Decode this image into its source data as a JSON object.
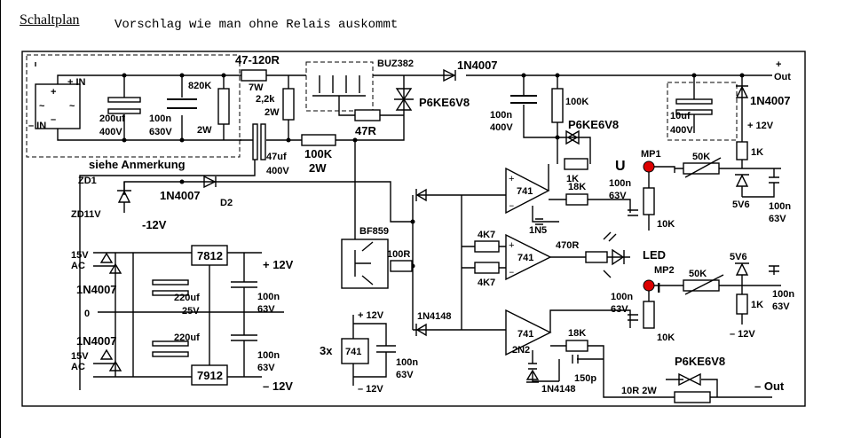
{
  "title": "Schaltplan",
  "subtitle": "Vorschlag wie man ohne Relais auskommt",
  "supply": {
    "plus_in": "+ IN",
    "minus_in": "– IN",
    "bridge_plus": "+",
    "bridge_minus": "–",
    "bridge_ac1": "~",
    "bridge_ac2": "~",
    "note": "siehe Anmerkung"
  },
  "components": {
    "c_200uf": "200uf",
    "c_200uf_v": "400V",
    "c_100n_in": "100n",
    "c_100n_in_v": "630V",
    "r_820k": "820K",
    "r_820k_p": "2W",
    "r_47_120r": "47-120R",
    "r_47_120r_p": "7W",
    "r_2_2k": "2,2k",
    "r_2_2k_p": "2W",
    "c_47uf": "47uf",
    "c_47uf_v": "400V",
    "r_100k_2w": "100K",
    "r_100k_2w_p": "2W",
    "mosfet": "BUZ382",
    "r_47r": "47R",
    "tvs1": "P6KE6V8",
    "d_main": "1N4007",
    "c_100n_out": "100n",
    "c_100n_out_v": "400V",
    "r_100k_out": "100K",
    "tvs2": "P6KE6V8",
    "c_10uf": "10uf",
    "c_10uf_v": "400V",
    "d_out": "1N4007",
    "out_plus_sign": "+",
    "out_plus": "Out",
    "plus12": "+ 12V",
    "zd1": "ZD1",
    "zd11v": "ZD11V",
    "d_zd": "1N4007",
    "d2": "D2",
    "minus12_zd": "-12V",
    "u_label": "U",
    "mp1": "MP1",
    "r_50k_u": "50K",
    "r_1k_u": "1K",
    "zd_5v6_u": "5V6",
    "c_100n_u": "100n",
    "c_100n_u_v": "63V",
    "op1": "741",
    "r_1k_op1": "1K",
    "r_18k_op1": "18K",
    "c_1n5": "1N5",
    "c_100n_op1": "100n",
    "c_100n_op1_v": "63V",
    "pot_10k_u": "10K",
    "bf859": "BF859",
    "r_100r": "100R",
    "r_4k7_a": "4K7",
    "r_4k7_b": "4K7",
    "op2": "741",
    "r_470r": "470R",
    "led": "LED",
    "i_label": "I",
    "mp2": "MP2",
    "r_50k_i": "50K",
    "zd_5v6_i": "5V6",
    "r_1k_i": "1K",
    "minus12_i": "– 12V",
    "c_100n_i": "100n",
    "c_100n_i_v": "63V",
    "c_100n_op2": "100n",
    "c_100n_op2_v": "63V",
    "pot_10k_i": "10K",
    "d_1n4148_a": "1N4148",
    "op3": "741",
    "r_18k_op3": "18K",
    "c_2n2": "2N2",
    "c_150p": "150p",
    "d_1n4148_b": "1N4148",
    "tvs3": "P6KE6V8",
    "r_10r": "10R 2W",
    "out_minus": "– Out",
    "ac15_top": "15V",
    "ac15_top_b": "AC",
    "d_br_top": "1N4007",
    "zero": "0",
    "d_br_bot": "1N4007",
    "ac15_bot": "15V",
    "ac15_bot_b": "AC",
    "reg_pos": "7812",
    "reg_neg": "7912",
    "c_220uf_a": "220uf",
    "c_220uf_v": "25V",
    "c_220uf_b": "220uf",
    "plus12_reg": "+ 12V",
    "c_100n_r1": "100n",
    "c_100n_r1_v": "63V",
    "c_100n_r2": "100n",
    "c_100n_r2_v": "63V",
    "minus12_reg": "– 12V",
    "plus12_op": "+ 12V",
    "op_3x": "3x",
    "op_3x_ic": "741",
    "minus12_op": "– 12V",
    "c_100n_op": "100n",
    "c_100n_op_v": "63V"
  }
}
